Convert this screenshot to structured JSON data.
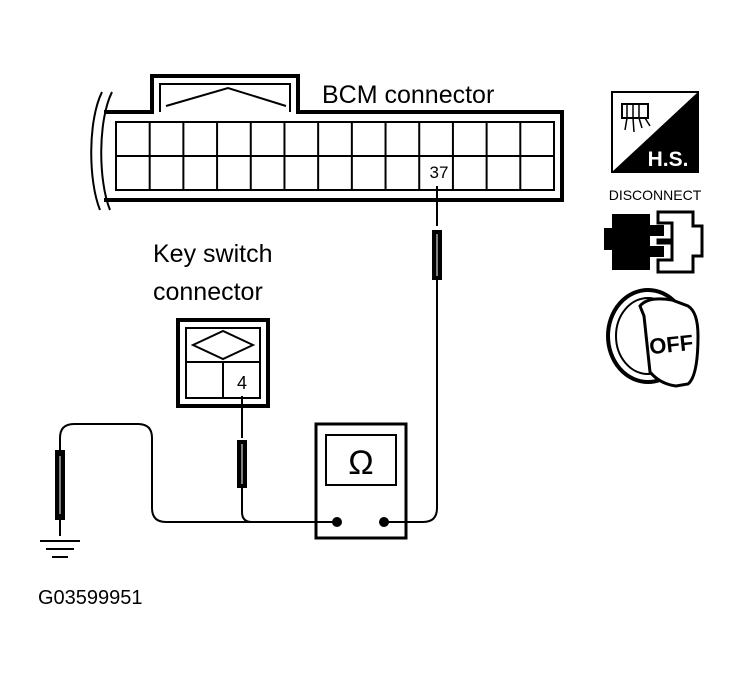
{
  "labels": {
    "bcm_connector": "BCM connector",
    "bcm_pin": "37",
    "key_switch_line1": "Key switch",
    "key_switch_line2": "connector",
    "key_pin": "4",
    "ohm_symbol": "Ω",
    "figure_id": "G03599951"
  },
  "icons": {
    "hs": {
      "text": "H.S.",
      "name": "harness-side-icon"
    },
    "disconnect": {
      "text": "DISCONNECT",
      "name": "disconnect-icon"
    },
    "off": {
      "text": "OFF",
      "name": "ignition-off-icon"
    }
  }
}
